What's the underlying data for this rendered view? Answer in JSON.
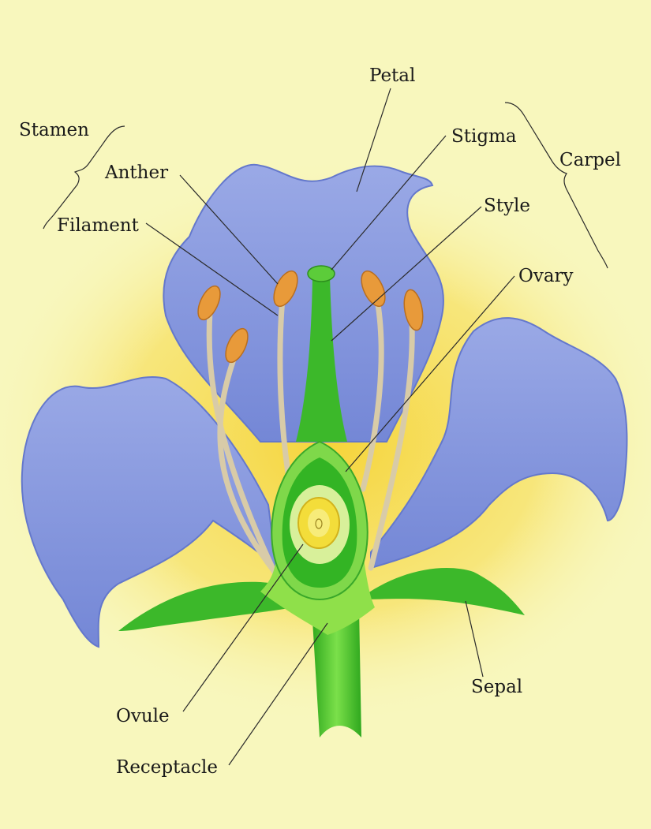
{
  "diagram": {
    "labels": {
      "stamen": "Stamen",
      "anther": "Anther",
      "filament": "Filament",
      "petal": "Petal",
      "stigma": "Stigma",
      "carpel": "Carpel",
      "style": "Style",
      "ovary": "Ovary",
      "ovule": "Ovule",
      "receptacle": "Receptacle",
      "sepal": "Sepal"
    },
    "colors": {
      "background": "#f8f7bd",
      "glow": "#f6d43a",
      "petal": "#8e9fe2",
      "petal_shadow": "#6478cc",
      "green": "#3fbf2a",
      "anther": "#e89a3a",
      "filament": "#d8cba8"
    }
  }
}
